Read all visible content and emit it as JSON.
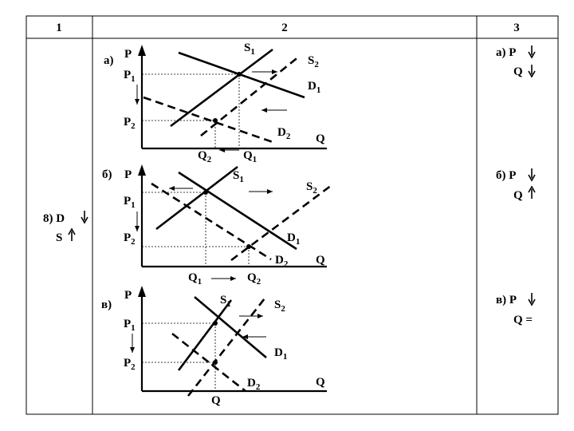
{
  "table": {
    "headers": [
      "1",
      "2",
      "3"
    ],
    "row_label": {
      "main": "8) D",
      "second": "S"
    },
    "results": [
      {
        "p": "а) P",
        "q": "Q"
      },
      {
        "p": "б) P",
        "q": "Q"
      },
      {
        "p": "в) P",
        "q": "Q ="
      }
    ]
  },
  "graphs": [
    {
      "letter": "а)",
      "labels": {
        "P": "P",
        "Q": "Q",
        "P1": "P",
        "P1sub": "1",
        "P2": "P",
        "P2sub": "2",
        "Q1": "Q",
        "Q1sub": "1",
        "Q2": "Q",
        "Q2sub": "2",
        "S1": "S",
        "S1sub": "1",
        "S2": "S",
        "S2sub": "2",
        "D1": "D",
        "D1sub": "1",
        "D2": "D",
        "D2sub": "2"
      }
    },
    {
      "letter": "б)",
      "labels": {
        "P": "P",
        "Q": "Q",
        "P1": "P",
        "P1sub": "1",
        "P2": "P",
        "P2sub": "2",
        "Q1": "Q",
        "Q1sub": "1",
        "Q2": "Q",
        "Q2sub": "2",
        "S1": "S",
        "S1sub": "1",
        "S2": "S",
        "S2sub": "2",
        "D1": "D",
        "D1sub": "1",
        "D2": "D",
        "D2sub": "2"
      }
    },
    {
      "letter": "в)",
      "labels": {
        "P": "P",
        "Q": "Q",
        "P1": "P",
        "P1sub": "1",
        "P2": "P",
        "P2sub": "2",
        "Q0": "Q",
        "S1": "S",
        "S1sub": "1",
        "S2": "S",
        "S2sub": "2",
        "D1": "D",
        "D1sub": "1",
        "D2": "D",
        "D2sub": "2"
      }
    }
  ]
}
